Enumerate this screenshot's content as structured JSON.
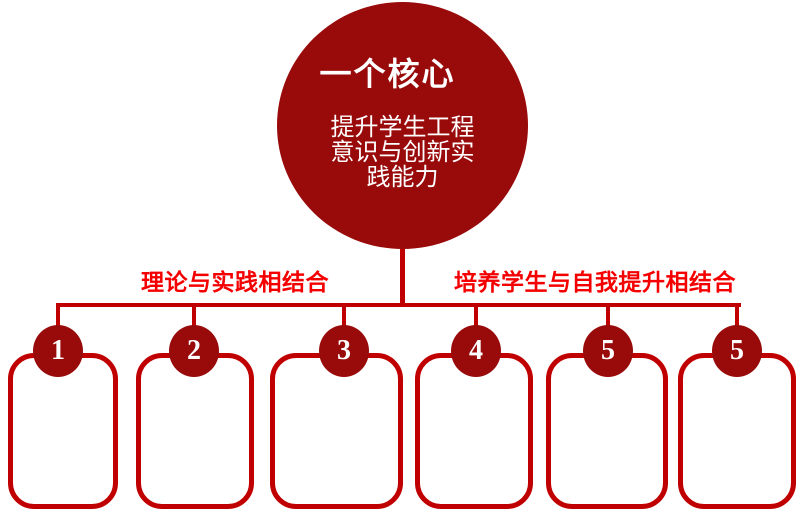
{
  "colors": {
    "page_bg": "#FFFFFF",
    "dark_red": "#990A0A",
    "line_red": "#C00000",
    "label_red": "#F40000",
    "text_white": "#FFFFFF"
  },
  "core": {
    "title": "一个核心",
    "body": "提升学生工程\n意识与创新实\n践能力"
  },
  "branch_labels": {
    "left": "理论与实践相结合",
    "right": "培养学生与自我提升相结合"
  },
  "nodes": [
    {
      "number": "1"
    },
    {
      "number": "2"
    },
    {
      "number": "3"
    },
    {
      "number": "4"
    },
    {
      "number": "5"
    },
    {
      "number": "5"
    }
  ]
}
